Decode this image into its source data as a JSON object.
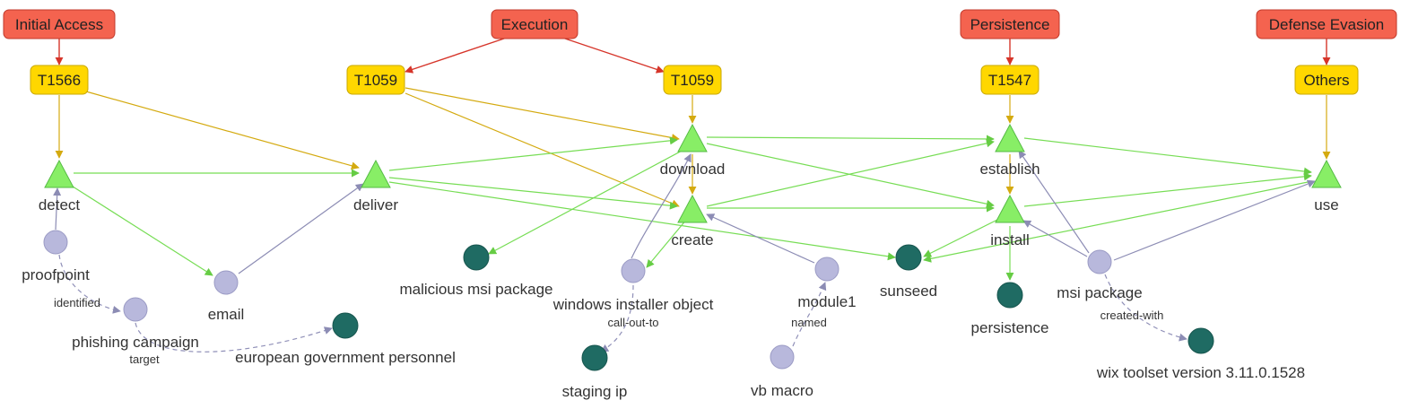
{
  "colors": {
    "tactic_fill": "#f4634f",
    "tactic_edge": "#d6352a",
    "technique_fill": "#ffd700",
    "technique_edge": "#d4aa10",
    "action_fill": "#88ee66",
    "action_stroke": "#55bb44",
    "action_edge": "#77dd55",
    "entity_fill": "#b8b8dc",
    "entity_stroke": "#9a9ac4",
    "entity_edge": "#8c8cb4",
    "asset_fill": "#1f6b63",
    "dashed_edge": "#9090b8"
  },
  "tactics": [
    {
      "id": "ta-initial-access",
      "label": "Initial Access"
    },
    {
      "id": "ta-execution",
      "label": "Execution"
    },
    {
      "id": "ta-persistence",
      "label": "Persistence"
    },
    {
      "id": "ta-defense-evasion",
      "label": "Defense Evasion"
    }
  ],
  "techniques": [
    {
      "id": "te-t1566",
      "label": "T1566"
    },
    {
      "id": "te-t1059-a",
      "label": "T1059"
    },
    {
      "id": "te-t1059-b",
      "label": "T1059"
    },
    {
      "id": "te-t1547",
      "label": "T1547"
    },
    {
      "id": "te-others",
      "label": "Others"
    }
  ],
  "actions": [
    {
      "id": "ac-detect",
      "label": "detect"
    },
    {
      "id": "ac-deliver",
      "label": "deliver"
    },
    {
      "id": "ac-download",
      "label": "download"
    },
    {
      "id": "ac-create",
      "label": "create"
    },
    {
      "id": "ac-establish",
      "label": "establish"
    },
    {
      "id": "ac-install",
      "label": "install"
    },
    {
      "id": "ac-use",
      "label": "use"
    }
  ],
  "entities": [
    {
      "id": "en-proofpoint",
      "label": "proofpoint"
    },
    {
      "id": "en-phishing-campaign",
      "label": "phishing campaign"
    },
    {
      "id": "en-email",
      "label": "email"
    },
    {
      "id": "en-windows-installer-object",
      "label": "windows installer object"
    },
    {
      "id": "en-module1",
      "label": "module1"
    },
    {
      "id": "en-vb-macro",
      "label": "vb macro"
    },
    {
      "id": "en-msi-package",
      "label": "msi package"
    }
  ],
  "assets": [
    {
      "id": "as-european-government-personnel",
      "label": "european government personnel"
    },
    {
      "id": "as-malicious-msi-package",
      "label": "malicious msi package"
    },
    {
      "id": "as-staging-ip",
      "label": "staging ip"
    },
    {
      "id": "as-sunseed",
      "label": "sunseed"
    },
    {
      "id": "as-persistence",
      "label": "persistence"
    },
    {
      "id": "as-wix-toolset",
      "label": "wix toolset version 3.11.0.1528"
    }
  ],
  "relations": [
    {
      "id": "rel-identified",
      "label": "identified"
    },
    {
      "id": "rel-target",
      "label": "target"
    },
    {
      "id": "rel-call-out-to",
      "label": "call-out-to"
    },
    {
      "id": "rel-named",
      "label": "named"
    },
    {
      "id": "rel-created-with",
      "label": "created-with"
    }
  ]
}
